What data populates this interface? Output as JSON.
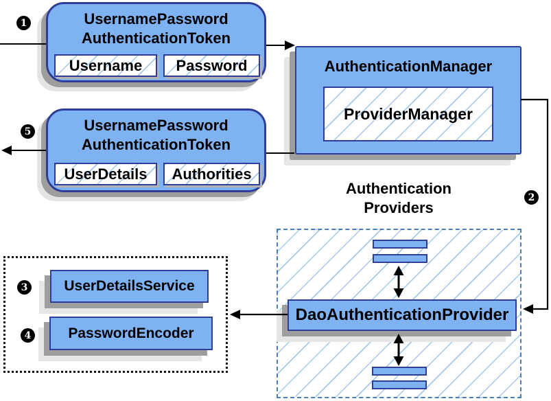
{
  "token_request": {
    "title1": "UsernamePassword",
    "title2": "AuthenticationToken",
    "field1": "Username",
    "field2": "Password"
  },
  "auth_manager": {
    "title": "AuthenticationManager",
    "inner": "ProviderManager"
  },
  "token_response": {
    "title1": "UsernamePassword",
    "title2": "AuthenticationToken",
    "field1": "UserDetails",
    "field2": "Authorities"
  },
  "providers": {
    "title1": "Authentication",
    "title2": "Providers",
    "dao": "DaoAuthenticationProvider"
  },
  "services": {
    "user_details_service": "UserDetailsService",
    "password_encoder": "PasswordEncoder"
  },
  "steps": {
    "one": "1",
    "two": "2",
    "three": "3",
    "four": "4",
    "five": "5"
  },
  "colors": {
    "box_fill": "#7fb2f2",
    "box_border": "#2e3d98",
    "hatch_line": "#a5c8ef",
    "dashed_border": "#4a7ebb",
    "shadow_dark": "#9e9e9e",
    "shadow_light": "#e4e4e4",
    "arrow": "#000000"
  }
}
